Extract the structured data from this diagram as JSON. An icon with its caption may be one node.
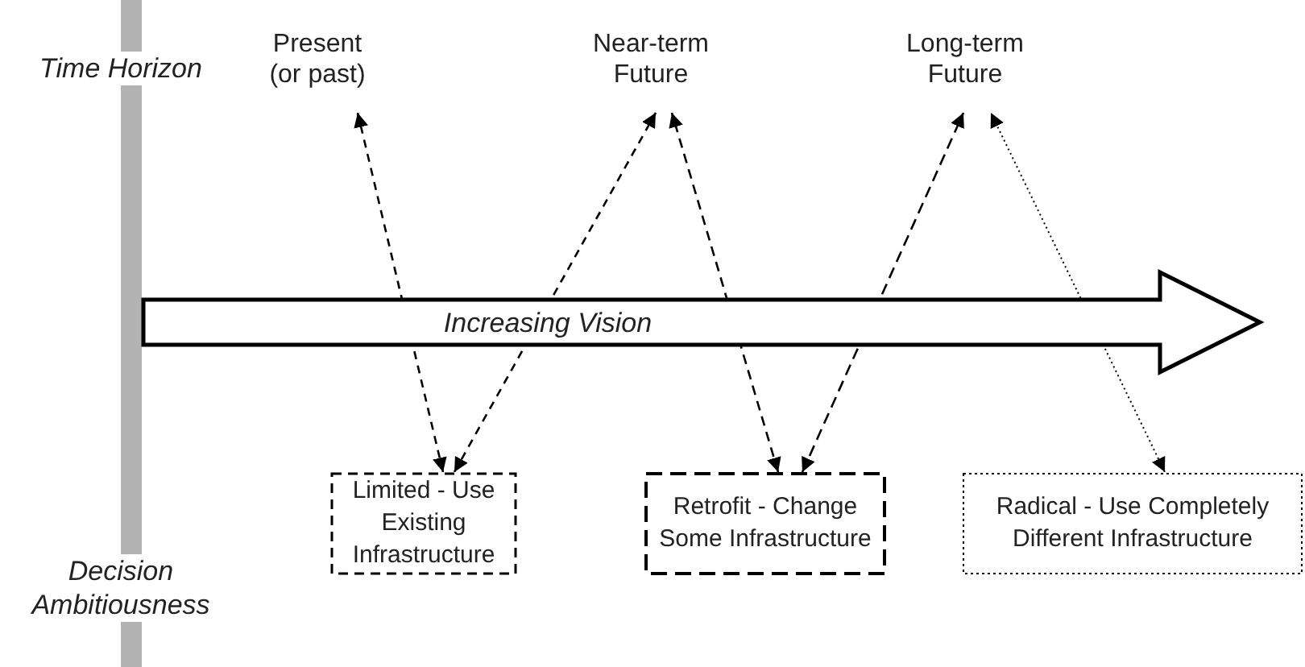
{
  "diagram": {
    "nodes": [
      {
        "text": [
          "Present (or past)"
        ]
      },
      {
        "text": [
          "Near-term Future"
        ]
      },
      {
        "text": [
          "Long-term Future"
        ]
      },
      {
        "text": [
          "Limited - Use Existing Infrastructure"
        ]
      },
      {
        "text": [
          "Retrofit - Change Some Infrastructure"
        ]
      },
      {
        "text": [
          "Radical - Use Completely Different Infrastructure"
        ]
      }
    ],
    "edges": [
      {
        "from": 3,
        "to": 0,
        "arrow": "both",
        "style": "dashed"
      },
      {
        "from": 3,
        "to": 1,
        "arrow": "both",
        "style": "dashed"
      },
      {
        "from": 4,
        "to": 1,
        "arrow": "both",
        "style": "dashed"
      },
      {
        "from": 4,
        "to": 2,
        "arrow": "both",
        "style": "dashed"
      },
      {
        "from": 5,
        "to": 2,
        "arrow": "both",
        "style": "dashed"
      }
    ],
    "labels": [
      "Time Horizon",
      "Increasing Vision",
      "Decision Ambitiousness"
    ]
  }
}
